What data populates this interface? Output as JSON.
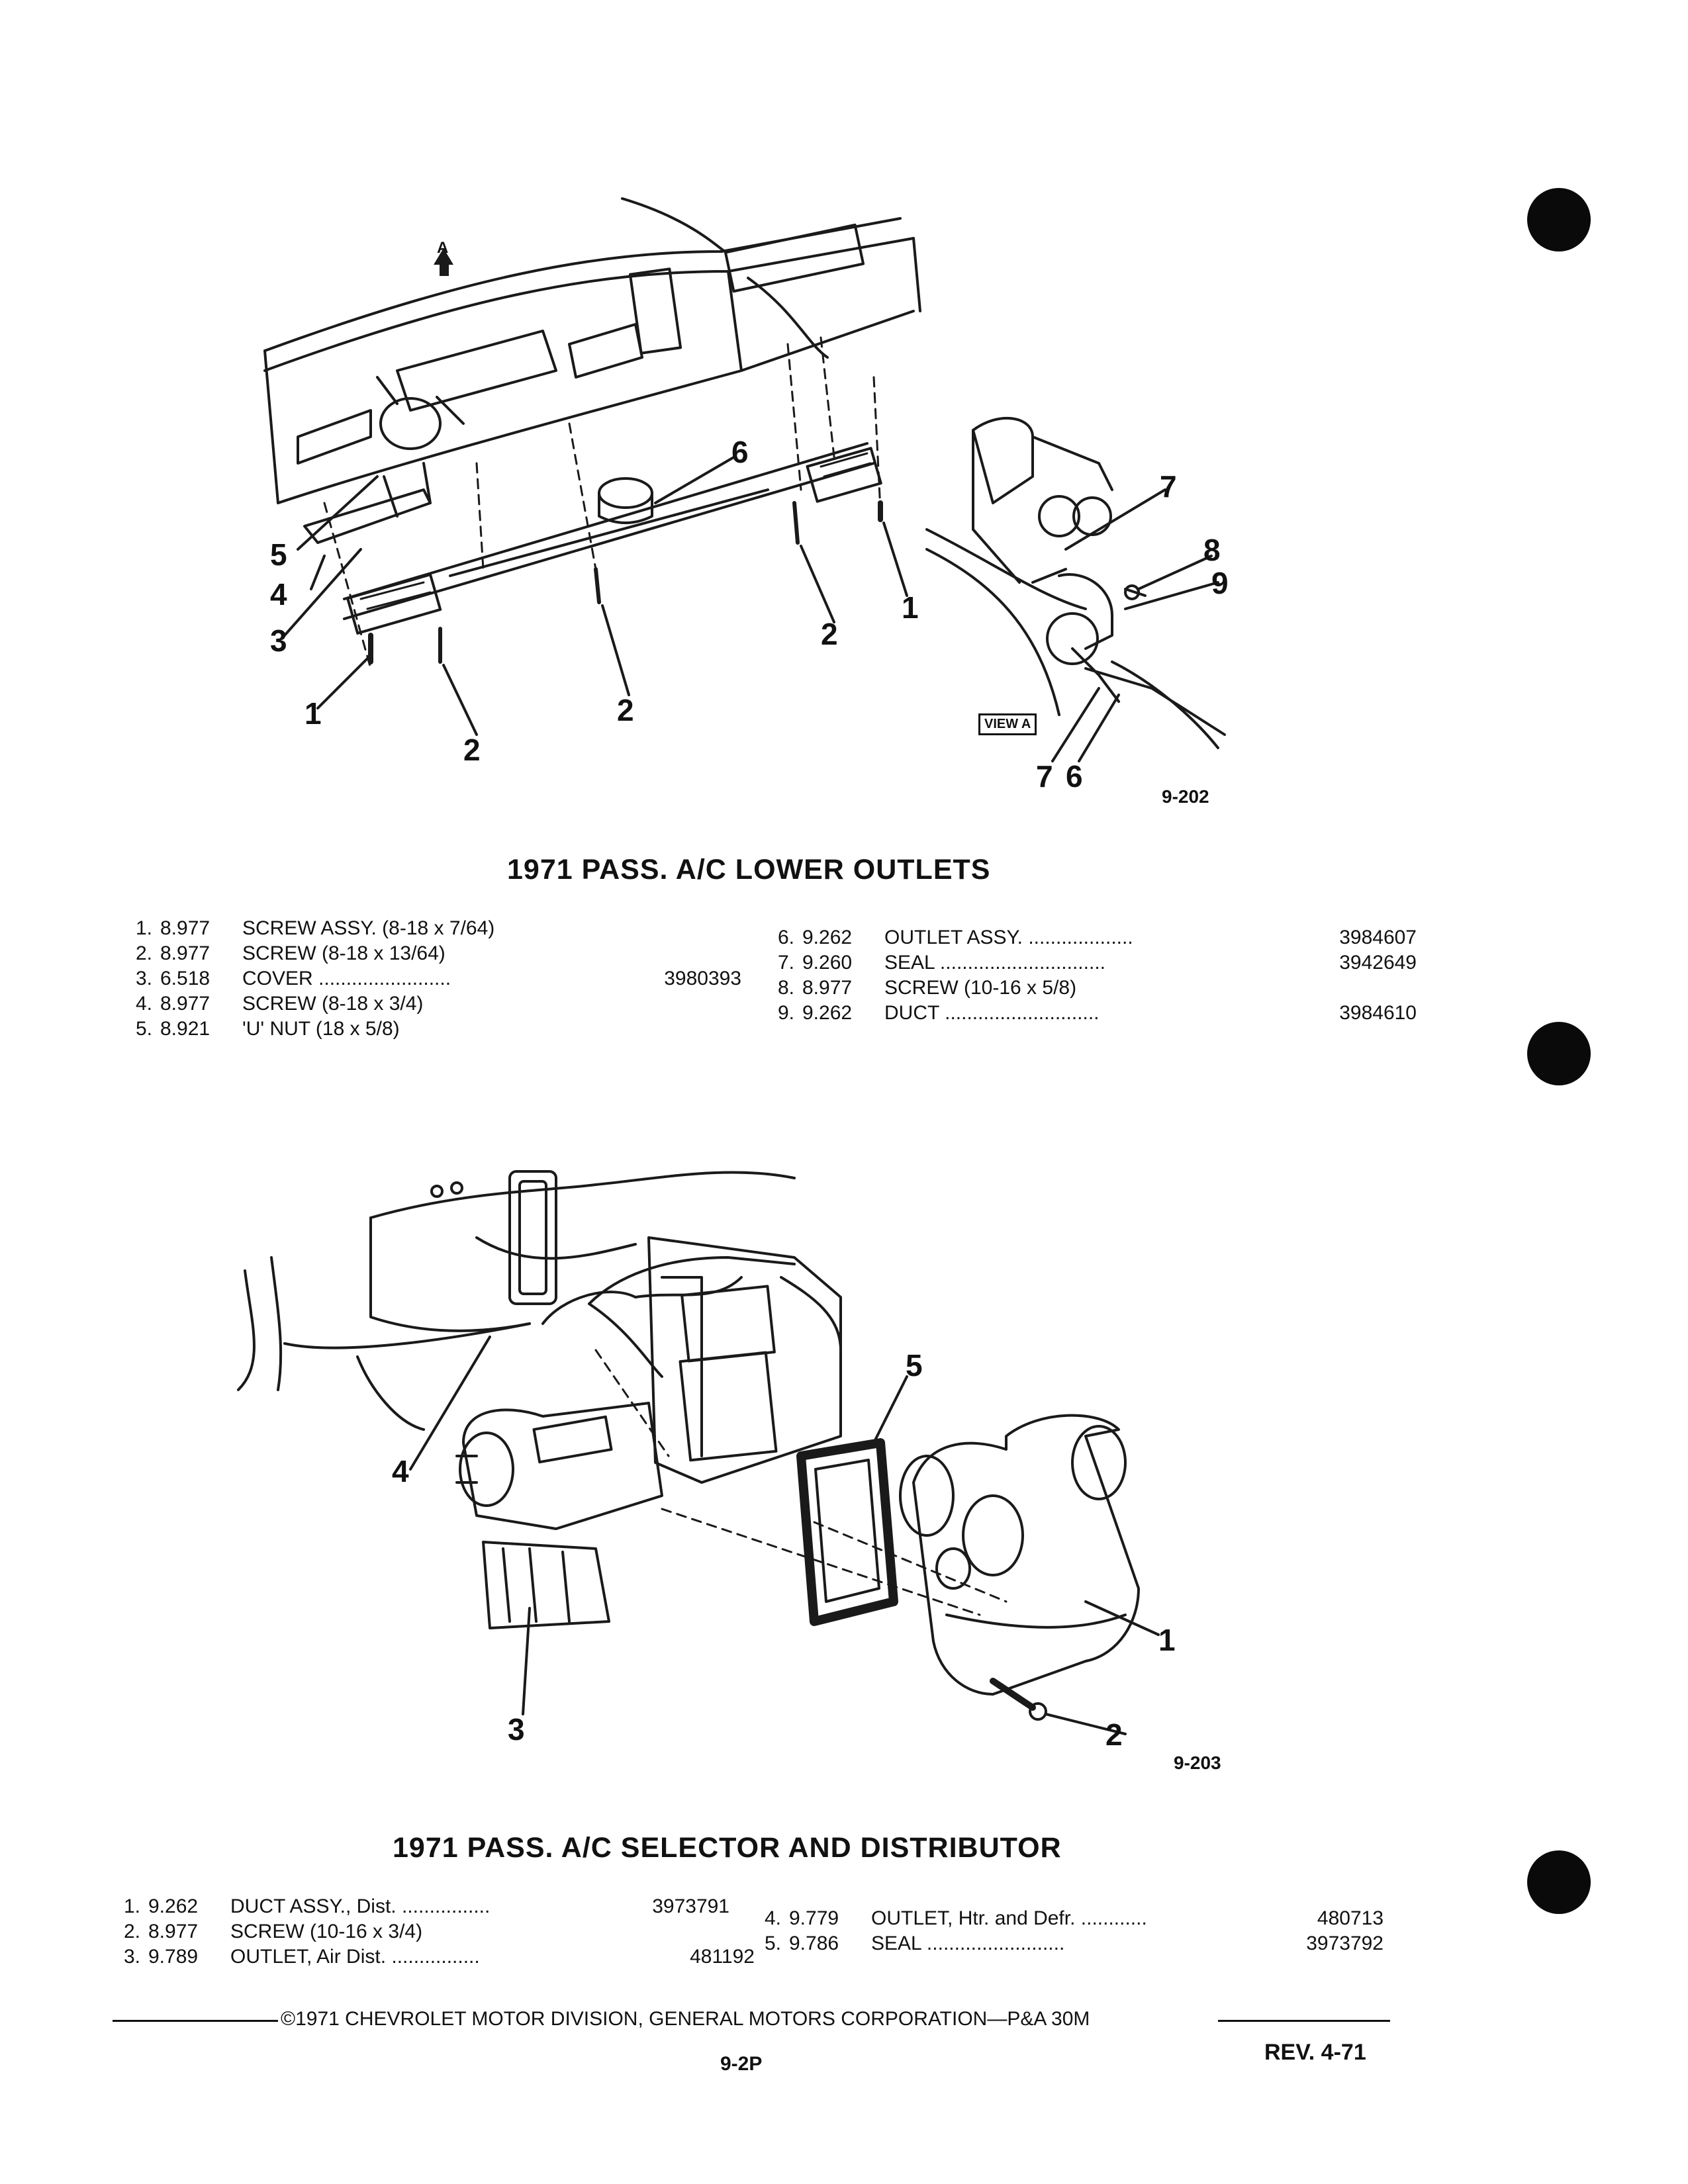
{
  "top_figure": {
    "view_label": "A",
    "callouts": [
      "1",
      "2",
      "3",
      "4",
      "5",
      "6",
      "2",
      "2",
      "1",
      "7",
      "8",
      "9",
      "7",
      "6"
    ],
    "view_tag": "VIEW A",
    "fig_number": "9-202"
  },
  "section1": {
    "title": "1971 PASS. A/C LOWER OUTLETS",
    "items": [
      {
        "n": "1.",
        "code": "8.977",
        "desc": "SCREW ASSY. (8-18 x 7/64)",
        "part": ""
      },
      {
        "n": "2.",
        "code": "8.977",
        "desc": "SCREW (8-18 x 13/64)",
        "part": ""
      },
      {
        "n": "3.",
        "code": "6.518",
        "desc": "COVER ........................",
        "part": "3980393"
      },
      {
        "n": "4.",
        "code": "8.977",
        "desc": "SCREW (8-18 x 3/4)",
        "part": ""
      },
      {
        "n": "5.",
        "code": "8.921",
        "desc": "'U' NUT (18 x 5/8)",
        "part": ""
      },
      {
        "n": "6.",
        "code": "9.262",
        "desc": "OUTLET ASSY. ...................",
        "part": "3984607"
      },
      {
        "n": "7.",
        "code": "9.260",
        "desc": "SEAL ..............................",
        "part": "3942649"
      },
      {
        "n": "8.",
        "code": "8.977",
        "desc": "SCREW (10-16 x 5/8)",
        "part": ""
      },
      {
        "n": "9.",
        "code": "9.262",
        "desc": "DUCT ............................",
        "part": "3984610"
      }
    ]
  },
  "bottom_figure": {
    "callouts": [
      "5",
      "4",
      "1",
      "3",
      "2"
    ],
    "fig_number": "9-203"
  },
  "section2": {
    "title": "1971 PASS. A/C SELECTOR AND DISTRIBUTOR",
    "items": [
      {
        "n": "1.",
        "code": "9.262",
        "desc": "DUCT ASSY., Dist. ................",
        "part": "3973791"
      },
      {
        "n": "2.",
        "code": "8.977",
        "desc": "SCREW (10-16 x 3/4)",
        "part": ""
      },
      {
        "n": "3.",
        "code": "9.789",
        "desc": "OUTLET, Air Dist. ................",
        "part": "481192"
      },
      {
        "n": "4.",
        "code": "9.779",
        "desc": "OUTLET, Htr. and Defr. ............",
        "part": "480713"
      },
      {
        "n": "5.",
        "code": "9.786",
        "desc": "SEAL .........................",
        "part": "3973792"
      }
    ]
  },
  "footer": {
    "copyright": "©1971 CHEVROLET MOTOR DIVISION, GENERAL MOTORS CORPORATION—P&A 30M",
    "page": "9-2P",
    "revision": "REV. 4-71"
  }
}
